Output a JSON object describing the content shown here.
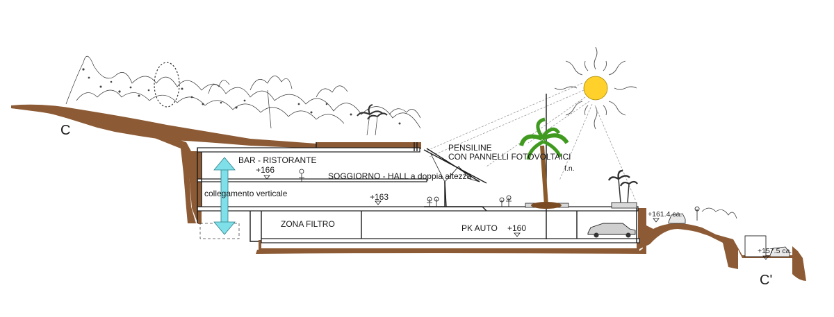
{
  "labels": {
    "section_start": "C",
    "section_end": "C'",
    "bar": "BAR - RISTORANTE",
    "lounge": "SOGGIORNO - HALL a doppia altezza",
    "canopy_line1": "PENSILINE",
    "canopy_line2": "CON PANNELLI FOTOVOLTAICI",
    "vertical_link": "collegamento verticale",
    "filter_zone": "ZONA FILTRO",
    "parking": "PK AUTO",
    "fn": "f.n."
  },
  "levels": {
    "bar": "+166",
    "hall": "+163",
    "parking": "+160",
    "road": "+161.4 ca.",
    "street_low": "+157.5 ca."
  },
  "colors": {
    "earth": "#8c5a34",
    "sun": "#ffd12a",
    "arrow": "#7fe0ea",
    "palm": "#3f9a1f",
    "trunk": "#8a5a2b"
  }
}
